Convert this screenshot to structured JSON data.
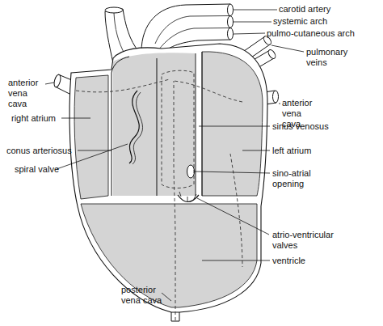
{
  "diagram": {
    "labels": [
      "carotid artery",
      "systemic arch",
      "pulmo-cutaneous arch",
      "pulmonary veins",
      "anterior vena cava",
      "anterior vena cava",
      "right atrium",
      "sinus venosus",
      "conus arteriosus",
      "left atrium",
      "spiral valve",
      "sino-atrial opening",
      "atrio-ventricular valves",
      "ventricle",
      "posterior vena cava"
    ]
  }
}
